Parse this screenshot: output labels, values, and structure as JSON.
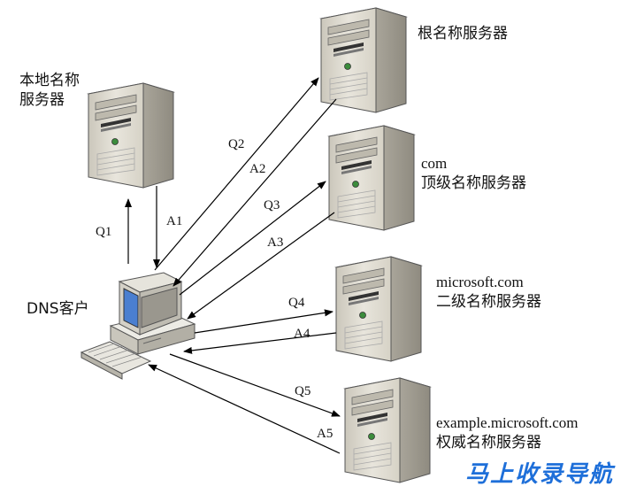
{
  "labels": {
    "local_server": [
      "本地名称",
      "服务器"
    ],
    "root_server": "根名称服务器",
    "com_server": [
      "com",
      "顶级名称服务器"
    ],
    "microsoft_server": [
      "microsoft.com",
      "二级名称服务器"
    ],
    "example_server": [
      "example.microsoft.com",
      "权威名称服务器"
    ],
    "client": "DNS客户"
  },
  "arrows": {
    "q1": "Q1",
    "a1": "A1",
    "q2": "Q2",
    "a2": "A2",
    "q3": "Q3",
    "a3": "A3",
    "q4": "Q4",
    "a4": "A4",
    "q5": "Q5",
    "a5": "A5"
  },
  "watermark": "马上收录导航"
}
